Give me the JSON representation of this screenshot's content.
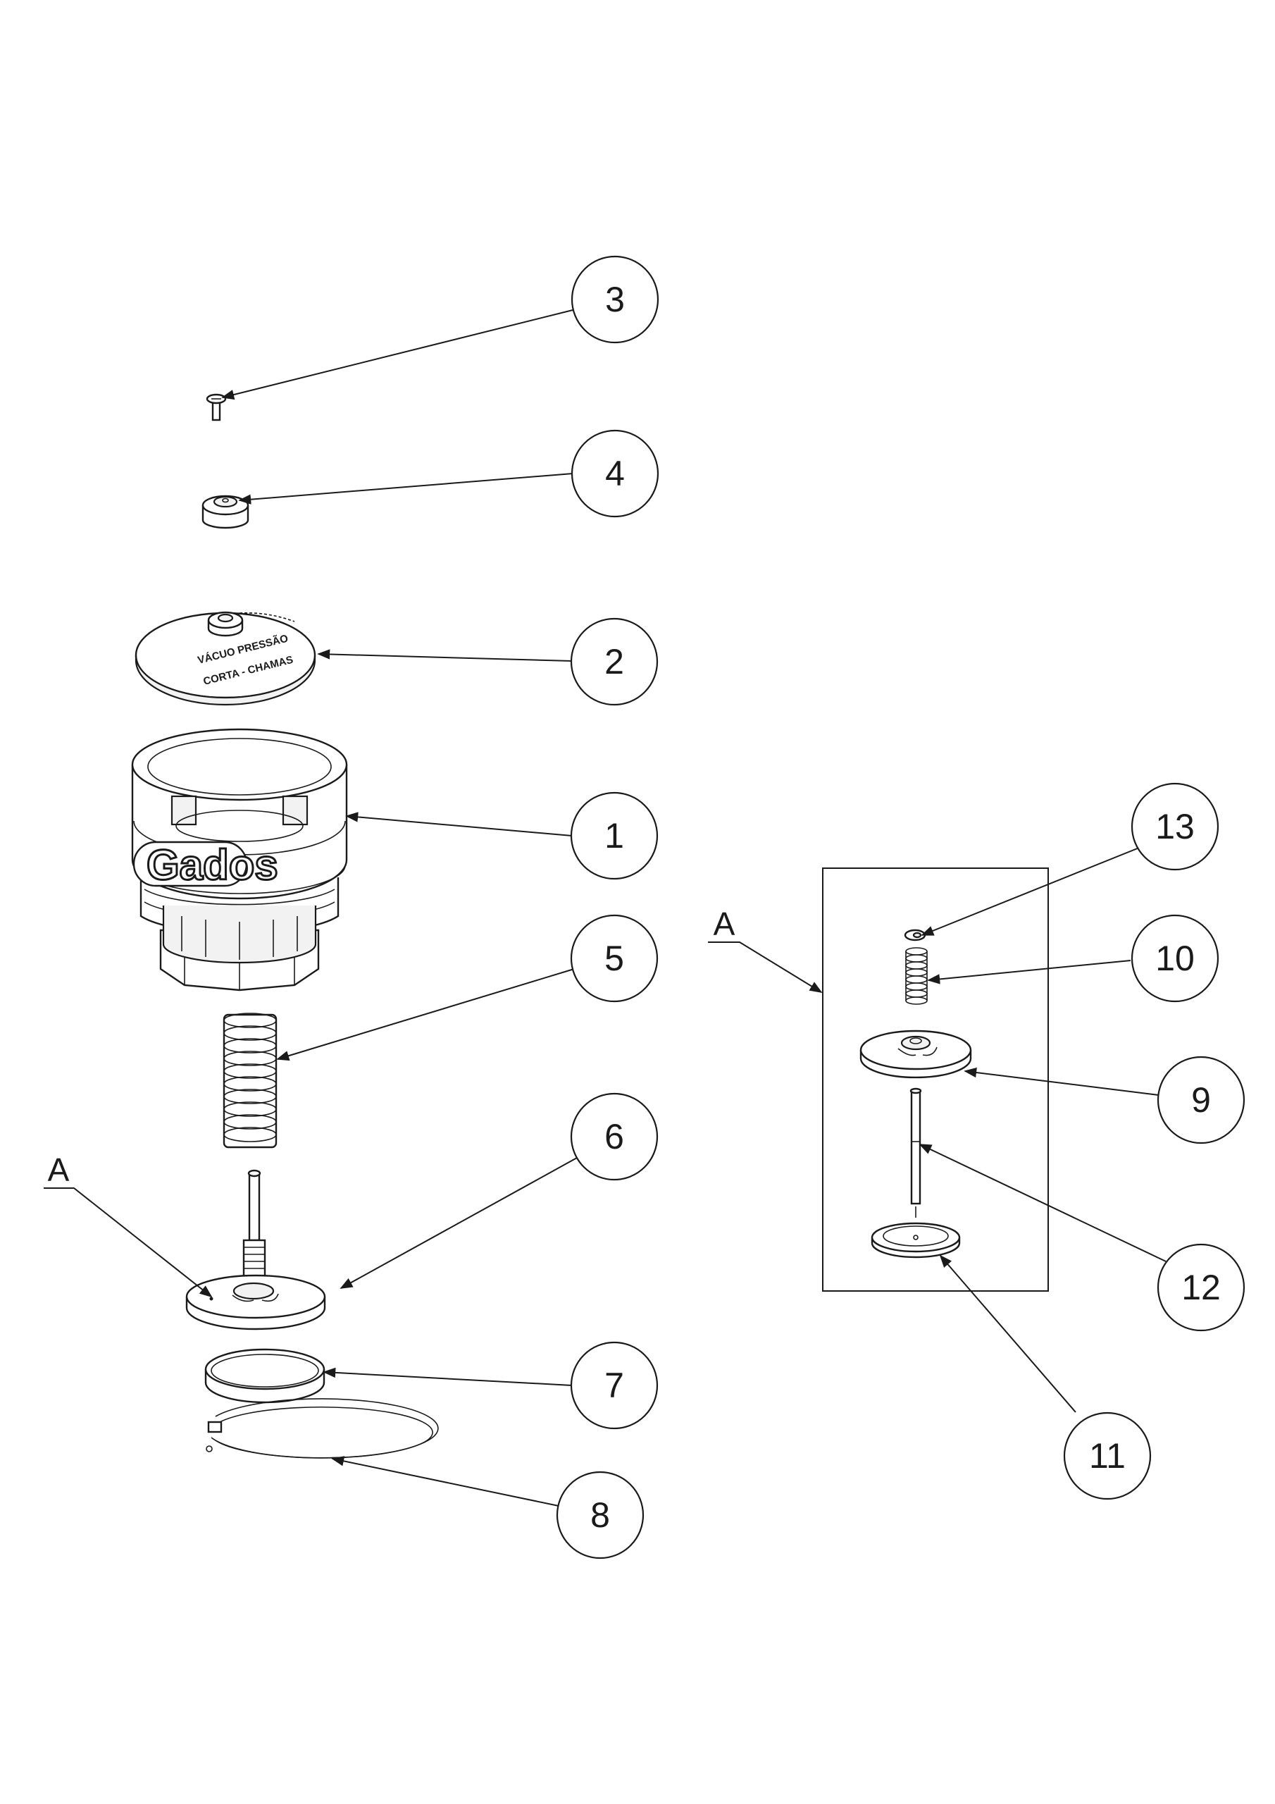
{
  "drawing": {
    "balloons": [
      {
        "id": "b1",
        "label": "1"
      },
      {
        "id": "b2",
        "label": "2"
      },
      {
        "id": "b3",
        "label": "3"
      },
      {
        "id": "b4",
        "label": "4"
      },
      {
        "id": "b5",
        "label": "5"
      },
      {
        "id": "b6",
        "label": "6"
      },
      {
        "id": "b7",
        "label": "7"
      },
      {
        "id": "b8",
        "label": "8"
      },
      {
        "id": "b9",
        "label": "9"
      },
      {
        "id": "b10",
        "label": "10"
      },
      {
        "id": "b11",
        "label": "11"
      },
      {
        "id": "b12",
        "label": "12"
      },
      {
        "id": "b13",
        "label": "13"
      }
    ],
    "view_labels": {
      "main": "A",
      "detail": "A"
    },
    "engravings": {
      "cap_line1": "VÁCUO PRESSÃO",
      "cap_line2": "CORTA - CHAMAS",
      "body_brand": "Gados"
    }
  }
}
